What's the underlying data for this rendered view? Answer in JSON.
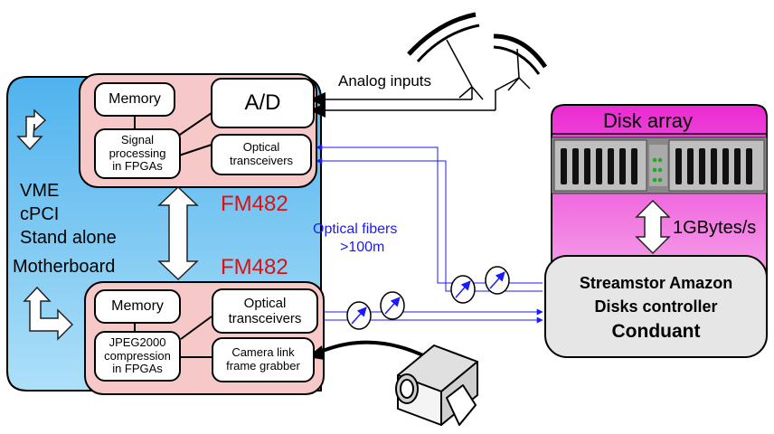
{
  "left_panel": {
    "bus_labels": [
      "VME",
      "cPCI",
      "Stand alone",
      "Motherboard"
    ],
    "top_board": {
      "name": "FM482",
      "memory": "Memory",
      "ad": "A/D",
      "signal_processing": [
        "Signal",
        "processing",
        "in FPGAs"
      ],
      "optical": [
        "Optical",
        "transceivers"
      ]
    },
    "bottom_board": {
      "name": "FM482",
      "memory": "Memory",
      "jpeg": [
        "JPEG2000",
        "compression",
        "in FPGAs"
      ],
      "optical": [
        "Optical",
        "transceivers"
      ],
      "camera_link": [
        "Camera link",
        "frame grabber"
      ]
    }
  },
  "analog_inputs_label": "Analog inputs",
  "optical_fibers_label": [
    "Optical fibers",
    ">100m"
  ],
  "disk_array": {
    "title": "Disk array",
    "throughput": "1GBytes/s",
    "controller": [
      "Streamstor Amazon",
      "Disks controller",
      "Conduant"
    ]
  },
  "colors": {
    "panel_blue": "#5ab4ea",
    "board_pink": "#f7c8c8",
    "disk_magenta": "#ea2fd6",
    "fm482_red": "#e01010",
    "fiber_blue": "#1a1aff"
  }
}
